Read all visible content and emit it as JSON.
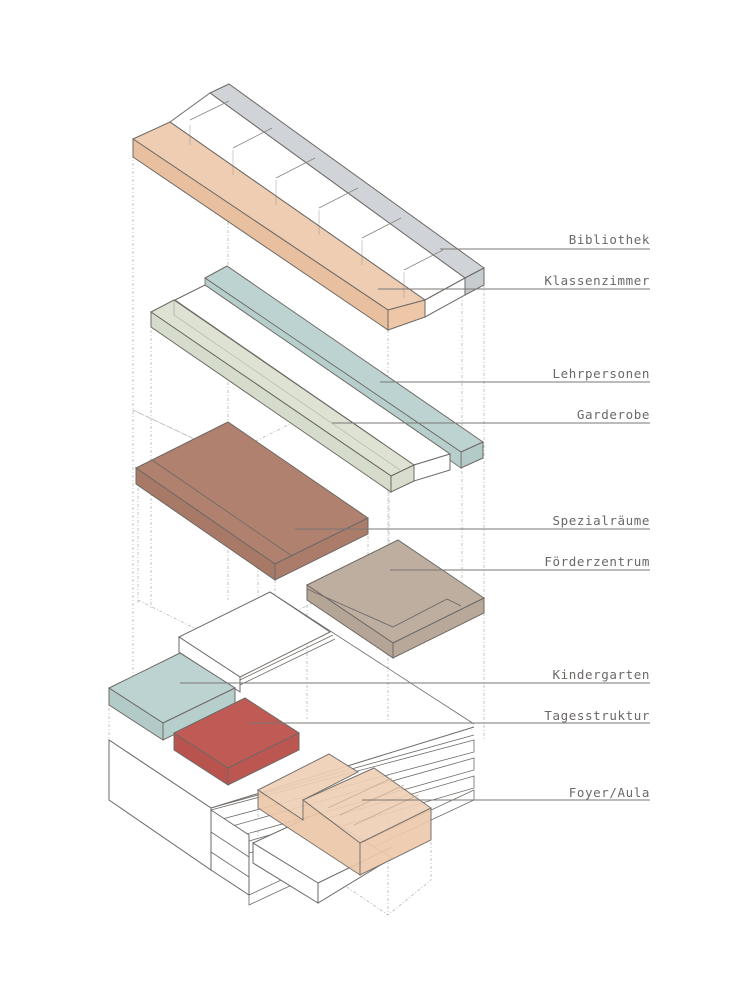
{
  "diagram": {
    "type": "exploded axonometric building diagram",
    "colors": {
      "bibliothek": "#d0d4d8",
      "klassenzimmer": "#eecdb2",
      "klassenzimmer_side": "#e8c0a0",
      "lehrpersonen": "#bcd3d1",
      "garderobe": "#dde2d3",
      "spezialraeume": "#b0816e",
      "foerderzentrum": "#bdaea0",
      "kindergarten": "#bcd3d1",
      "tagesstruktur": "#c05a54",
      "foyer_aula": "#efd0b6",
      "line": "#6e6a66"
    },
    "labels": [
      {
        "id": "bibliothek",
        "text": "Bibliothek"
      },
      {
        "id": "klassenzimmer",
        "text": "Klassenzimmer"
      },
      {
        "id": "lehrpersonen",
        "text": "Lehrpersonen"
      },
      {
        "id": "garderobe",
        "text": "Garderobe"
      },
      {
        "id": "spezialraeume",
        "text": "Spezialräume"
      },
      {
        "id": "foerderzentrum",
        "text": "Förderzentrum"
      },
      {
        "id": "kindergarten",
        "text": "Kindergarten"
      },
      {
        "id": "tagesstruktur",
        "text": "Tagesstruktur"
      },
      {
        "id": "foyer_aula",
        "text": "Foyer/Aula"
      }
    ]
  }
}
